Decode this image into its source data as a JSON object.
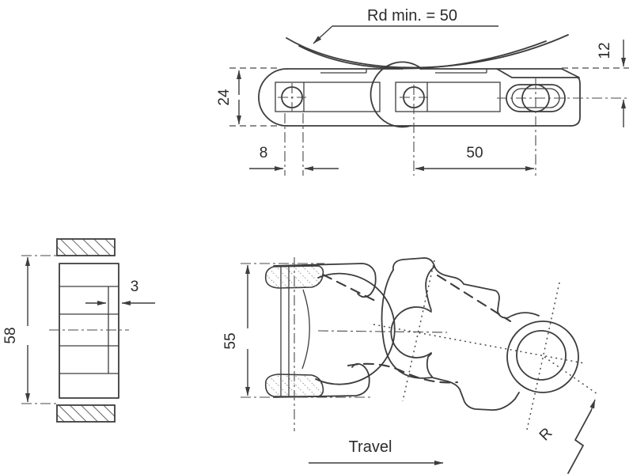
{
  "colors": {
    "line": "#3d3d3d",
    "text": "#2b2b2b",
    "background": "#ffffff"
  },
  "side_view": {
    "bend_radius_note": "Rd min. = 50",
    "dims": {
      "height": "24",
      "pin_to_top": "12",
      "pin_offset": "8",
      "pitch": "50"
    }
  },
  "section_view": {
    "dims": {
      "height": "58",
      "wall_thickness": "3"
    }
  },
  "plan_view": {
    "dims": {
      "width": "55"
    },
    "travel_label": "Travel",
    "radius_label": "R"
  }
}
